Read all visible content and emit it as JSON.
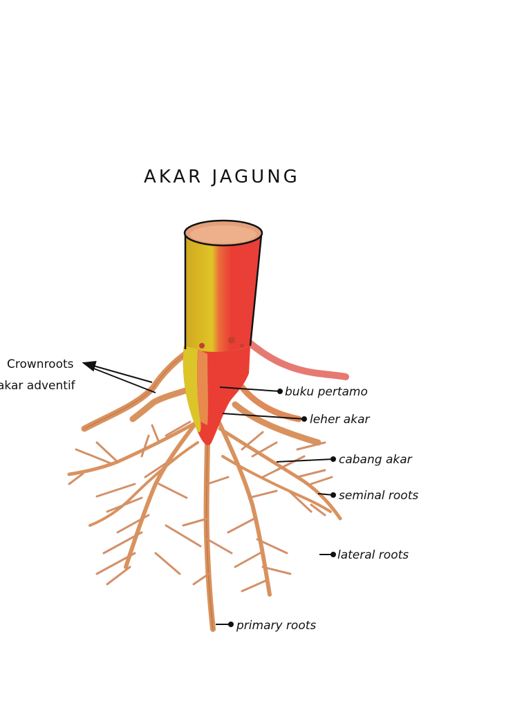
{
  "title": "AKAR JAGUNG",
  "labels": {
    "crown_roots": "Crownroots",
    "adventitious": "akar adventif",
    "first_node": "buku pertamo",
    "root_collar": "leher akar",
    "root_branch": "cabang akar",
    "seminal_roots": "seminal roots",
    "lateral_roots": "lateral roots",
    "primary_roots": "primary roots"
  },
  "colors": {
    "root": "#d9925e",
    "root_dark": "#c4774a",
    "stem_yellow": "#d8c020",
    "stem_red": "#ea3e34",
    "stem_orange": "#e8854c",
    "ink": "#111111"
  }
}
